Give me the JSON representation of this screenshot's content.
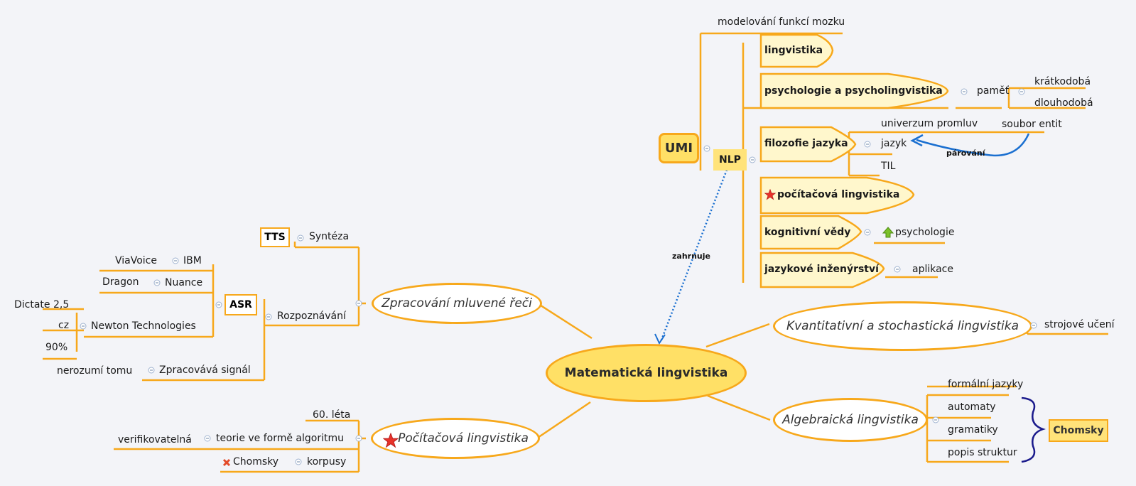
{
  "root": "Matematická lingvistika",
  "zpracovani": {
    "title": "Zpracování mluvené řeči",
    "tts": "TTS",
    "synteza": "Syntéza",
    "asr": "ASR",
    "rozpoznavani": "Rozpoznávání",
    "ibm": "IBM",
    "viavoice": "ViaVoice",
    "nuance": "Nuance",
    "dragon": "Dragon",
    "newton": "Newton Technologies",
    "dictate": "Dictate 2,5",
    "cz": "cz",
    "pct90": "90%",
    "zpracovava": "Zpracovává signál",
    "nerozumi": "nerozumí tomu"
  },
  "pocitacova": {
    "title": "Počítačová lingvistika",
    "leta": "60. léta",
    "teorie": "teorie ve formě algoritmu",
    "verifikovatelna": "verifikovatelná",
    "korpusy": "korpusy",
    "chomsky": "Chomsky"
  },
  "kvant": {
    "title": "Kvantitativní a stochastická lingvistika",
    "strojove": "strojové učení"
  },
  "algeb": {
    "title": "Algebraická lingvistika",
    "formalni": "formální jazyky",
    "automaty": "automaty",
    "gramatiky": "gramatiky",
    "popis": "popis struktur",
    "chomsky": "Chomsky"
  },
  "umi": {
    "title": "UMI",
    "modelovani": "modelování funkcí mozku",
    "nlp": "NLP",
    "zahrnuje": "zahrnuje",
    "lingvistika": "lingvistika",
    "psychologie": "psychologie a psycholingvistika",
    "pamet": "paměť",
    "kratkodoba": "krátkodobá",
    "dlouhodoba": "dlouhodobá",
    "filozofie": "filozofie jazyka",
    "univerzum": "univerzum promluv",
    "soubor": "soubor entit",
    "jazyk": "jazyk",
    "til": "TIL",
    "parovani": "párování",
    "pocitacova": "počítačová lingvistika",
    "kognitivni": "kognitivní vědy",
    "psych": "psychologie",
    "jazykove": "jazykové inženýrství",
    "aplikace": "aplikace"
  },
  "colors": {
    "branch": "#f7a81b",
    "rootFill": "#ffe066",
    "topicFill": "#ffffff",
    "nlpFill": "#ffe37a",
    "subFill": "#fff7cc",
    "relation": "#1a6fd0",
    "bracket": "#1a1a8c"
  },
  "icons": {
    "star": "star-icon",
    "arrowUp": "arrow-up-icon",
    "cross": "cross-icon",
    "collapse": "collapse-icon"
  }
}
